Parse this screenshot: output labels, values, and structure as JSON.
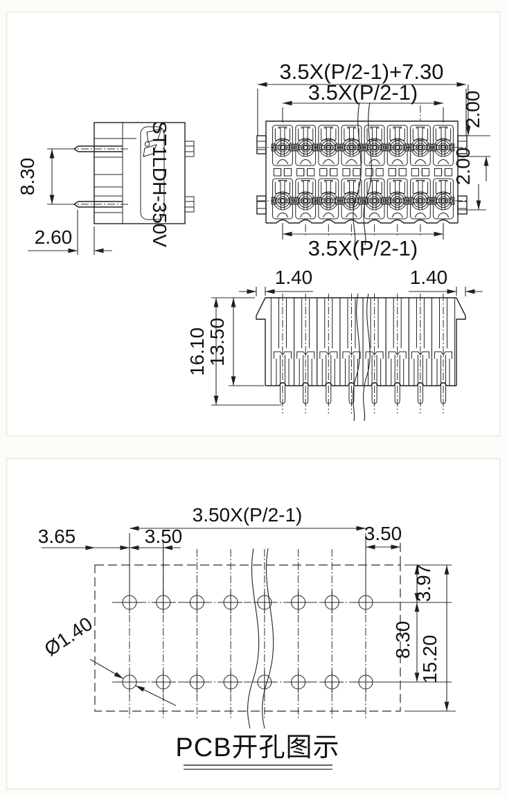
{
  "panel_top": {
    "side_view": {
      "dim_pin_span": "8.30",
      "dim_pin_offset": "2.60",
      "body_label": "ST1LDH-350V"
    },
    "front_view": {
      "dim_total_width": "3.5X(P/2-1)+7.30",
      "dim_inner_width_top": "3.5X(P/2-1)",
      "dim_inner_width_bottom": "3.5X(P/2-1)",
      "dim_tab_upper": "2.00",
      "dim_tab_lower": "2.00"
    },
    "bottom_view": {
      "dim_flange_left": "1.40",
      "dim_flange_right": "1.40",
      "dim_total_height": "16.10",
      "dim_body_height": "13.50"
    }
  },
  "panel_pcb": {
    "dim_hole_span": "3.50X(P/2-1)",
    "dim_edge_to_first_hole": "3.65",
    "dim_hole_pitch": "3.50",
    "dim_last_hole_to_edge": "3.50",
    "dim_top_to_row1": "3.97",
    "dim_row_spacing": "8.30",
    "dim_total_height": "15.20",
    "dim_hole_diameter": "Ø1.40",
    "caption": "PCB开孔图示"
  },
  "colors": {
    "line": "#1f1f1f",
    "panel_border": "#e3ecd9",
    "background": "#fcfcfa"
  }
}
